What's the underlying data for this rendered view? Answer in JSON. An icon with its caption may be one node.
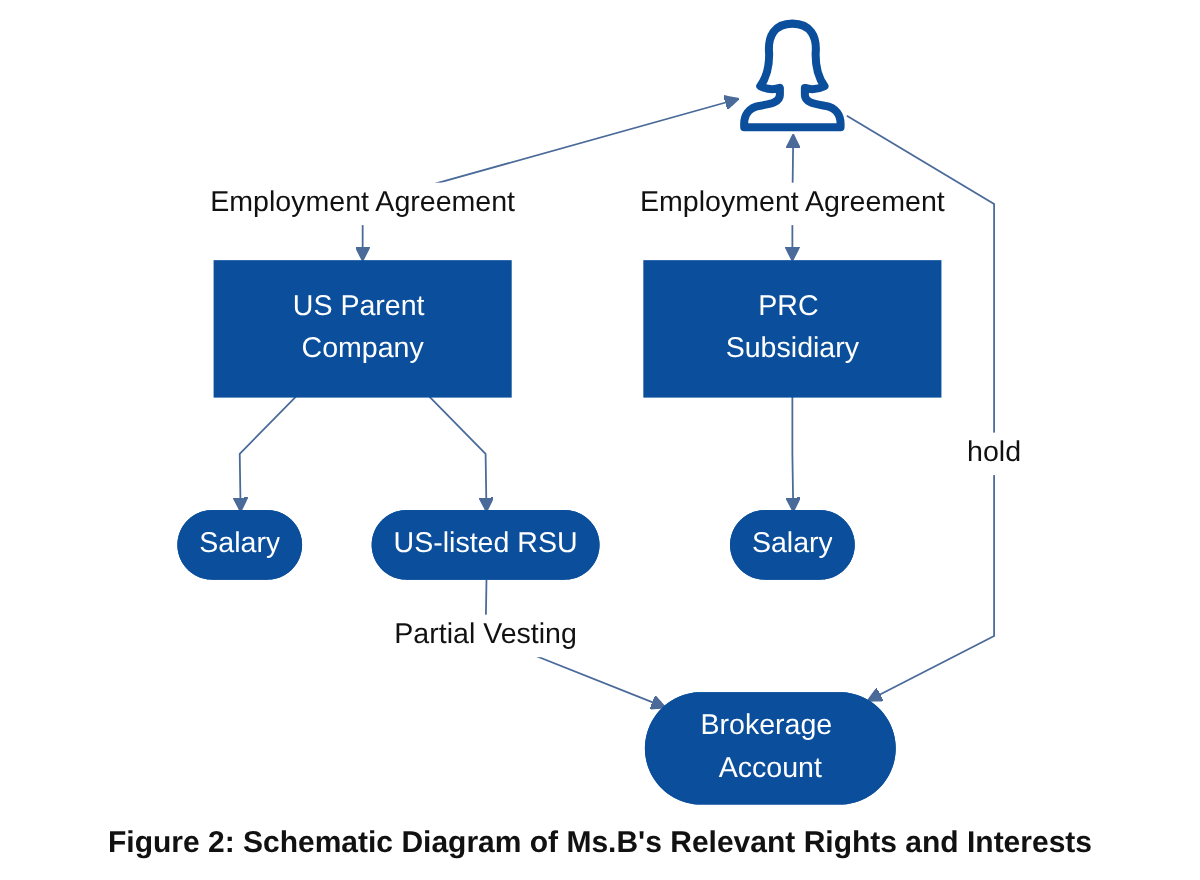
{
  "diagram": {
    "caption": "Figure 2: Schematic Diagram of Ms.B's Relevant Rights and Interests",
    "nodes": [
      {
        "text": [],
        "shape": "person"
      },
      {
        "text": [
          "US Parent Company"
        ]
      },
      {
        "text": [
          "PRC Subsidiary"
        ]
      },
      {
        "text": [
          "Salary"
        ]
      },
      {
        "text": [
          "US-listed RSU"
        ]
      },
      {
        "text": [
          "Brokerage Account"
        ]
      },
      {
        "text": [
          "Salary"
        ]
      }
    ],
    "edges": [
      {
        "from": 0,
        "to": 1,
        "arrow": "both",
        "label": "Employment Agreement"
      },
      {
        "from": 0,
        "to": 2,
        "arrow": "both",
        "label": "Employment Agreement"
      },
      {
        "from": 0,
        "to": 5,
        "arrow": "to",
        "label": "hold"
      },
      {
        "from": 1,
        "to": 3,
        "arrow": "to"
      },
      {
        "from": 1,
        "to": 4,
        "arrow": "to"
      },
      {
        "from": 4,
        "to": 5,
        "arrow": "to",
        "label": "Partial Vesting"
      },
      {
        "from": 2,
        "to": 6,
        "arrow": "to"
      }
    ]
  }
}
